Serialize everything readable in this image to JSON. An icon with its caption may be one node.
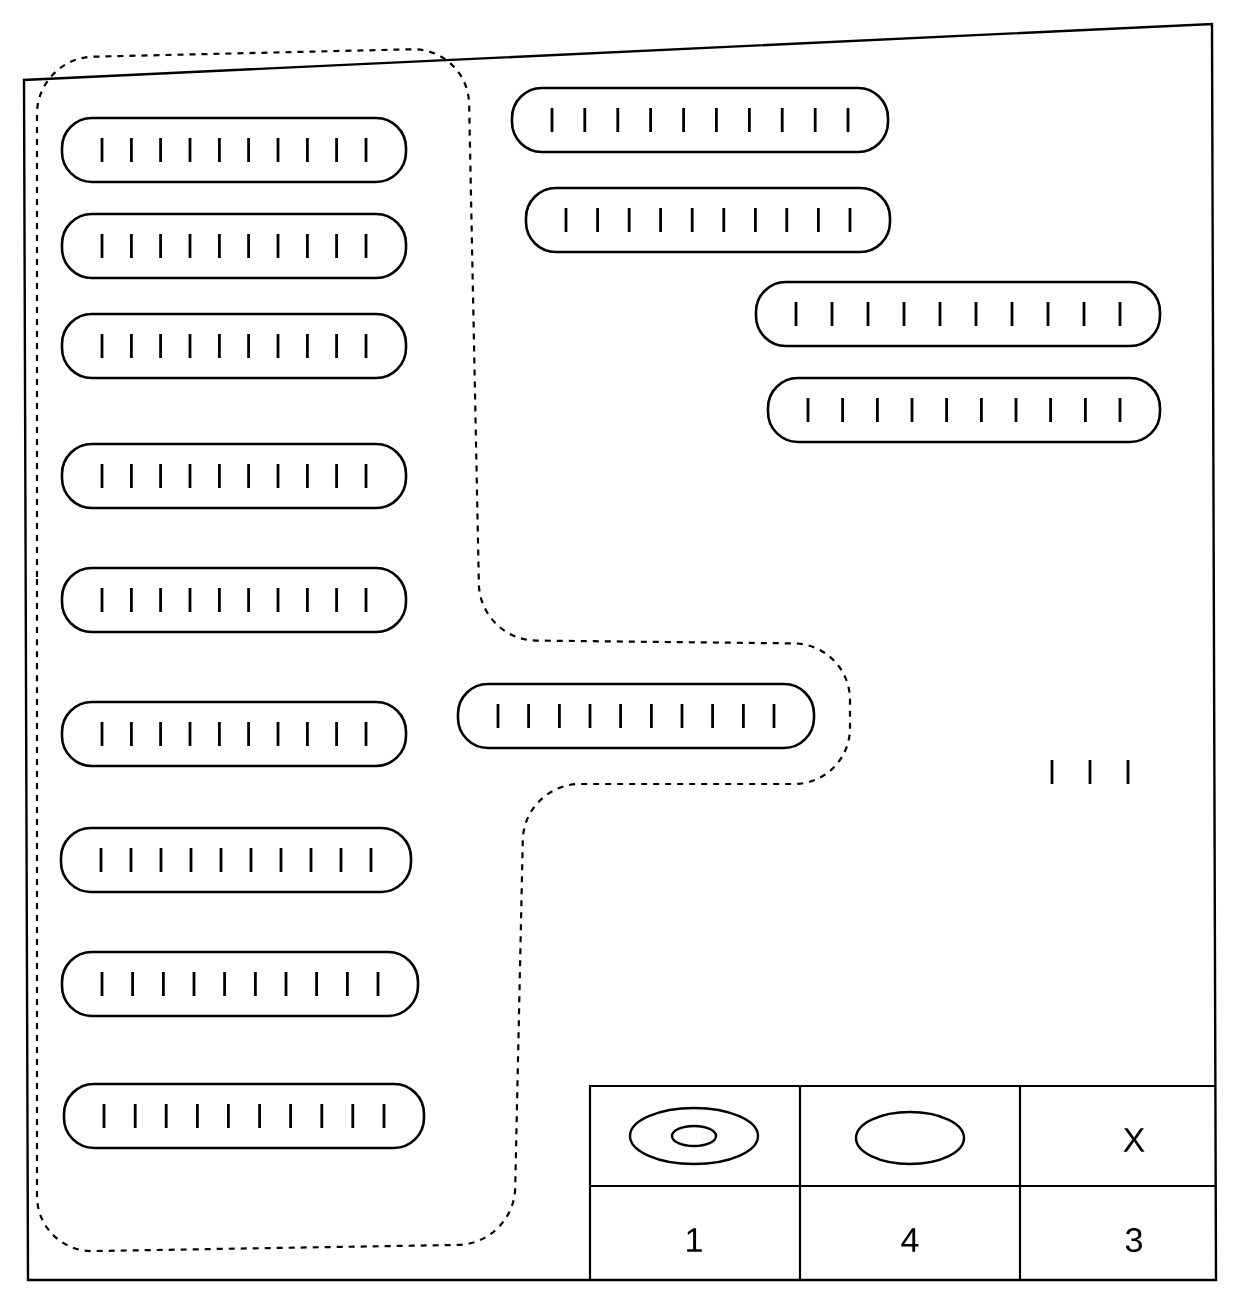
{
  "diagram": {
    "nodes": [
      {
        "text": [],
        "shape": "region"
      },
      {
        "text": [],
        "shape": "oval",
        "in": 0
      },
      {
        "text": [],
        "shape": "oval",
        "in": 0
      },
      {
        "text": [],
        "shape": "oval",
        "in": 0
      },
      {
        "text": [],
        "shape": "oval",
        "in": 0
      },
      {
        "text": [],
        "shape": "oval",
        "in": 0
      },
      {
        "text": [],
        "shape": "oval",
        "in": 0
      },
      {
        "text": [],
        "shape": "oval",
        "in": 0
      },
      {
        "text": [],
        "shape": "oval",
        "in": 0
      },
      {
        "text": [],
        "shape": "oval",
        "in": 0
      },
      {
        "text": [],
        "shape": "oval",
        "in": 0
      },
      {
        "text": [],
        "shape": "oval"
      },
      {
        "text": [],
        "shape": "oval"
      },
      {
        "text": [],
        "shape": "oval"
      },
      {
        "text": [],
        "shape": "oval"
      }
    ],
    "labels": [
      "X",
      "1",
      "4",
      "3"
    ]
  }
}
